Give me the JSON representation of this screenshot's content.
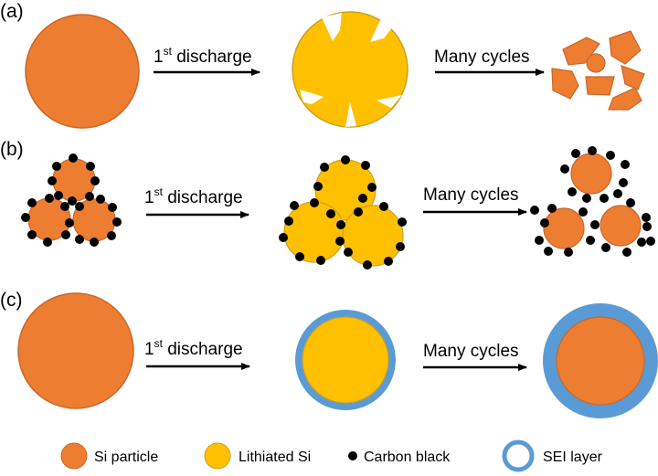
{
  "colors": {
    "si": "#ED7D31",
    "si_stroke": "#C8682A",
    "lithiated": "#FFC000",
    "lithiated_stroke": "#C9A227",
    "carbon": "#000000",
    "sei": "#5B9BD5",
    "arrow": "#000000"
  },
  "panels": [
    {
      "label": "(a)",
      "step1_base": "1",
      "step1_sup": "st",
      "step1_rest": " discharge",
      "step2": "Many cycles"
    },
    {
      "label": "(b)",
      "step1_base": "1",
      "step1_sup": "st",
      "step1_rest": " discharge",
      "step2": "Many cycles"
    },
    {
      "label": "(c)",
      "step1_base": "1",
      "step1_sup": "st",
      "step1_rest": " discharge",
      "step2": "Many cycles"
    }
  ],
  "legend": [
    {
      "label": "Si particle",
      "icon": "si-particle-icon"
    },
    {
      "label": "Lithiated Si",
      "icon": "lithiated-si-icon"
    },
    {
      "label": "Carbon black",
      "icon": "carbon-black-icon"
    },
    {
      "label": "SEI layer",
      "icon": "sei-layer-icon"
    }
  ]
}
